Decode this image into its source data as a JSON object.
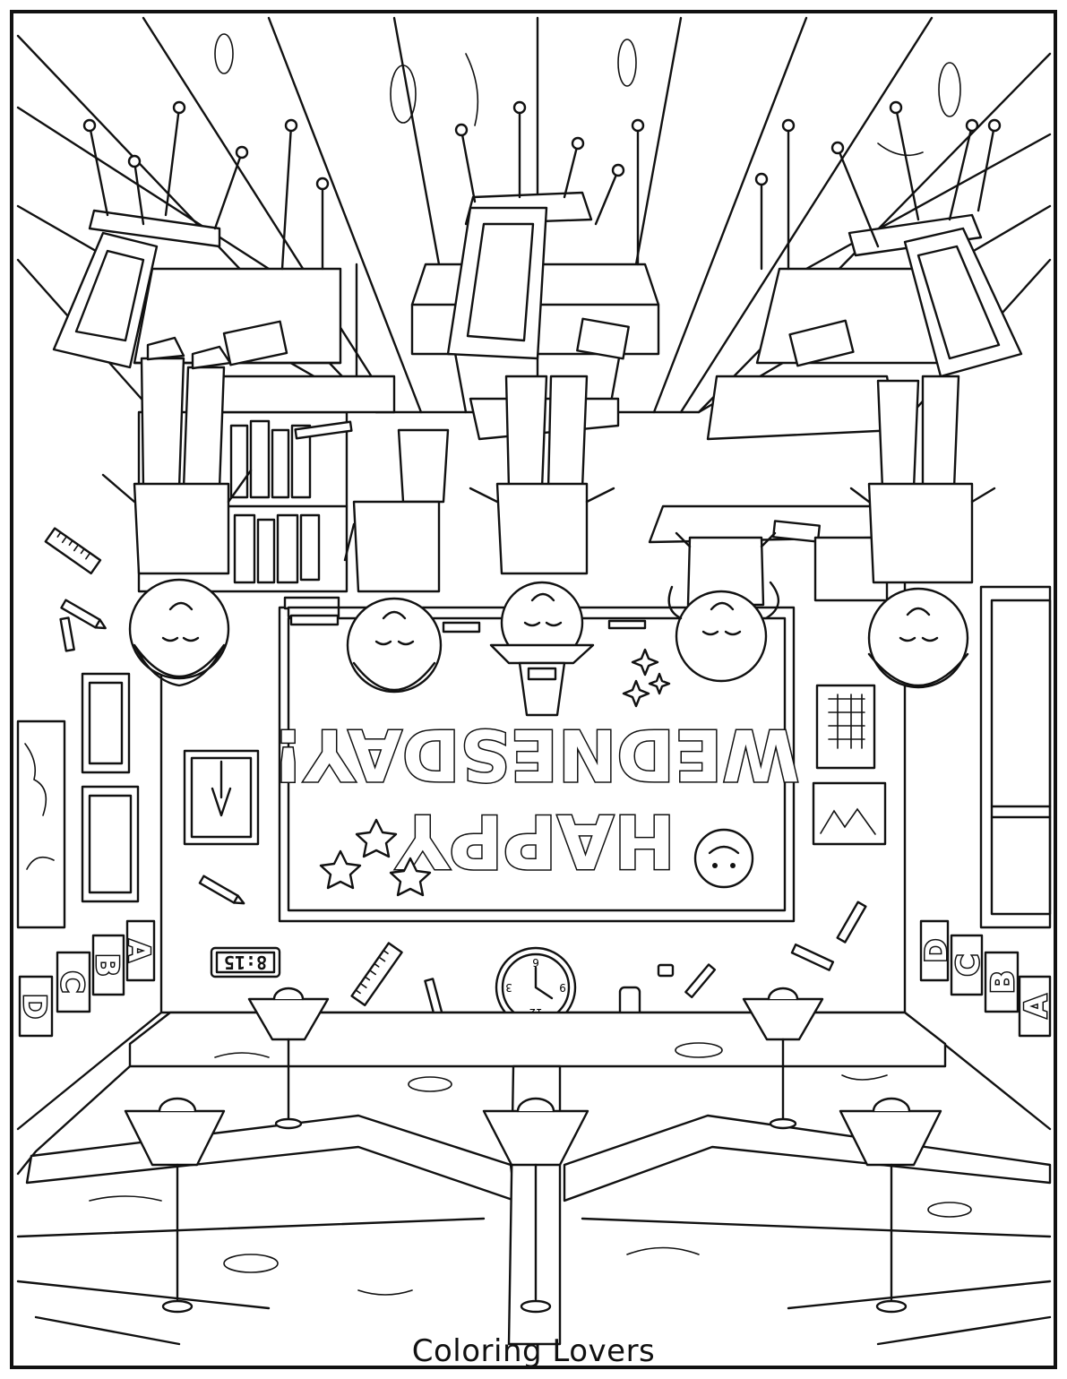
{
  "image": {
    "board": {
      "line1": "HAPPY",
      "line2": "WEDNESDAY!",
      "orientation": "upside-down"
    },
    "digital_clock": "8:15",
    "wall_clock": {
      "numbers": [
        "12",
        "3",
        "6",
        "9"
      ]
    },
    "alphabet_cards_left": [
      "A",
      "B",
      "C",
      "D"
    ],
    "alphabet_cards_right": [
      "A",
      "B",
      "C",
      "D"
    ]
  },
  "watermark": "Coloring Lovers",
  "colors": {
    "line": "#111111",
    "paper": "#ffffff"
  }
}
